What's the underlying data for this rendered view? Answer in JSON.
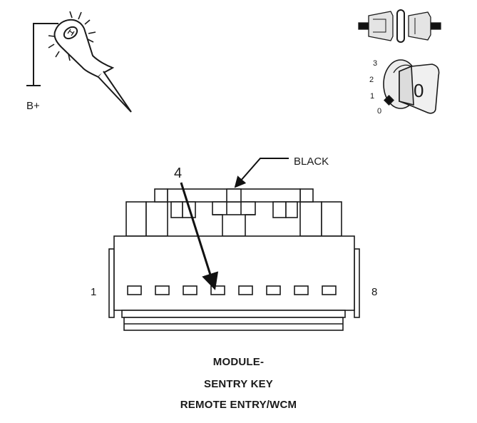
{
  "probe": {
    "supply_label": "B+"
  },
  "ignition": {
    "positions": [
      "0",
      "1",
      "2",
      "3"
    ],
    "key_label": "0"
  },
  "connector": {
    "wire_color_label": "BLACK",
    "cavity_callout": "4",
    "first_pin": "1",
    "last_pin": "8",
    "cavity_count": 8,
    "highlighted_cavity": 4
  },
  "caption": {
    "line1": "MODULE-",
    "line2": "SENTRY KEY",
    "line3": "REMOTE ENTRY/WCM"
  }
}
